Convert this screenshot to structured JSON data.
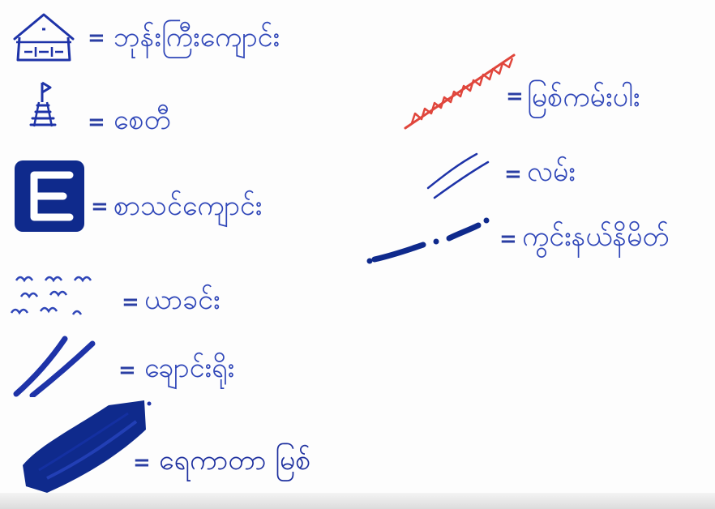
{
  "legend": {
    "left_column": [
      {
        "key": "monastery",
        "symbol_icon": "monastery-icon",
        "label": "ဘုန်းကြီးကျောင်း"
      },
      {
        "key": "pagoda",
        "symbol_icon": "pagoda-icon",
        "label": "စေတီ"
      },
      {
        "key": "school",
        "symbol_icon": "school-icon",
        "label": "စာသင်ကျောင်း"
      },
      {
        "key": "field",
        "symbol_icon": "field-icon",
        "label": "ယာခင်း"
      },
      {
        "key": "stream",
        "symbol_icon": "stream-icon",
        "label": "ချောင်းရိုး"
      },
      {
        "key": "reservoir",
        "symbol_icon": "reservoir-icon",
        "label": "ရေကာတာ မြစ်"
      }
    ],
    "right_column": [
      {
        "key": "river-bank",
        "symbol_icon": "river-bank-icon",
        "label": "မြစ်ကမ်းပါး"
      },
      {
        "key": "road",
        "symbol_icon": "road-icon",
        "label": "လမ်း"
      },
      {
        "key": "village-boundary",
        "symbol_icon": "boundary-icon",
        "label": "ကွင်းနယ်နိမိတ်"
      }
    ],
    "equals_sign": "="
  },
  "colors": {
    "ink": "#1e33a8",
    "ink_dark": "#0f2a8c",
    "ink_red": "#e0463c",
    "paper": "#fdfdfd"
  }
}
